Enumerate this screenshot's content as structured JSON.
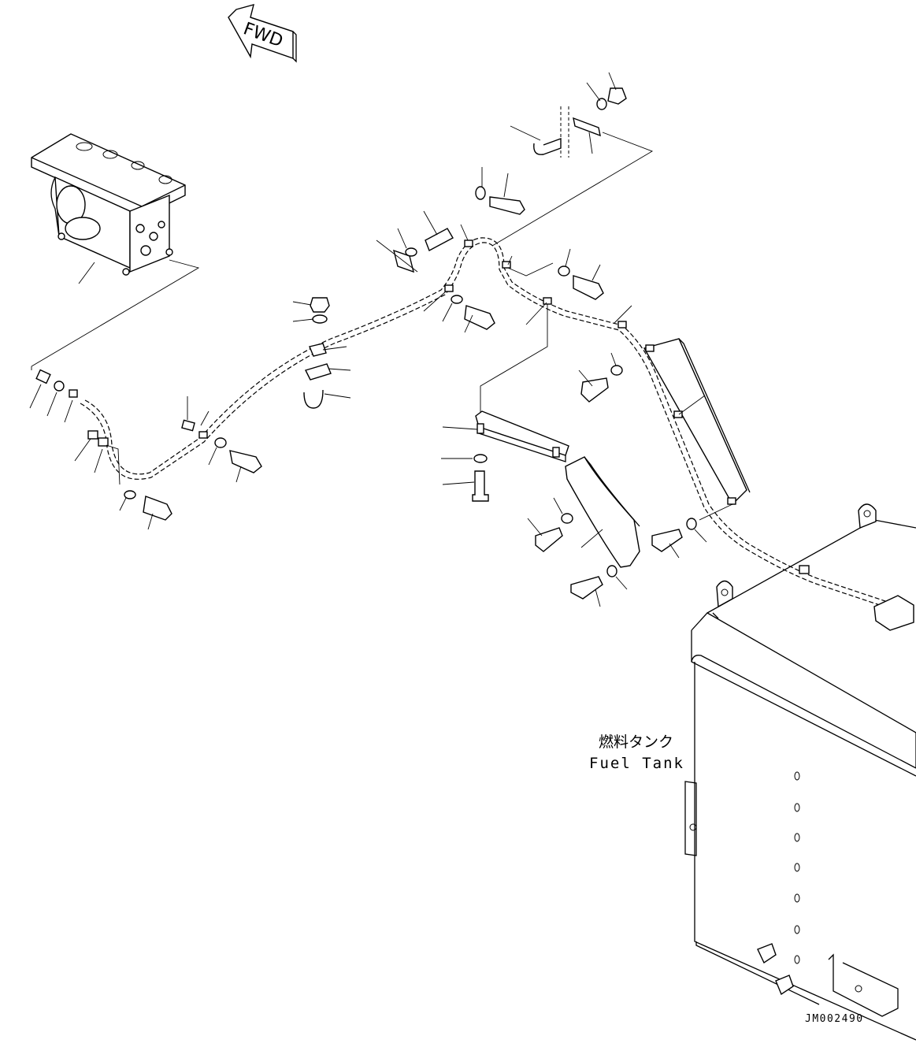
{
  "direction_label": "FWD",
  "component_label": {
    "japanese": "燃料タンク",
    "english": "Fuel Tank"
  },
  "drawing_number": "JM002490"
}
